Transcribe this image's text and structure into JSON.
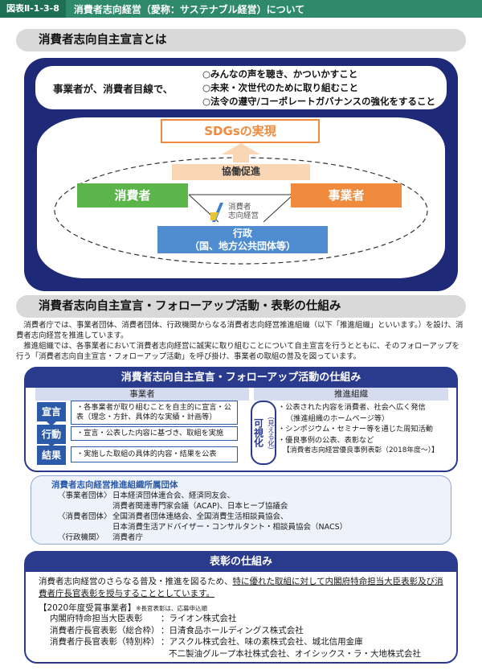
{
  "header": {
    "figure_no": "図表Ⅱ-1-3-8",
    "title": "消費者志向経営（愛称：サステナブル経営）について"
  },
  "section1": {
    "title": "消費者志向自主宣言とは",
    "lead": "事業者が、消費者目線で、",
    "bullets": [
      "○みんなの声を聴き、かついかすこと",
      "○未来・次世代のために取り組むこと",
      "○法令の遵守/コーポレートガバナンスの強化をすること"
    ],
    "sdgs": "SDGsの実現",
    "kyodo": "協働促進",
    "consumer": "消費者",
    "business": "事業者",
    "logo_line1": "消費者",
    "logo_line2": "志向経営",
    "gov_line1": "行政",
    "gov_line2": "（国、地方公共団体等）"
  },
  "section2": {
    "title": "消費者志向自主宣言・フォローアップ活動・表彰の仕組み",
    "para1": "消費者庁では、事業者団体、消費者団体、行政機関からなる消費者志向経営推進組織（以下「推進組織」といいます。）を設け、消費者志向経営を推進しています。",
    "para2": "推進組織では、各事業者において消費者志向経営に誠実に取り組むことについて自主宣言を行うとともに、そのフォローアップを行う「消費者志向自主宣言・フォローアップ活動」を呼び掛け、事業者の取組の普及を図っています。",
    "mech_title": "消費者志向自主宣言・フォローアップ活動の仕組み",
    "col_business": "事業者",
    "col_org": "推進組織",
    "steps": [
      {
        "label": "宣言",
        "text": "・各事業者が取り組むことを自主的に宣言・公表（理念・方針、具体的な実績・計画等）"
      },
      {
        "label": "行動",
        "text": "・宣言・公表した内容に基づき、取組を実施"
      },
      {
        "label": "結果",
        "text": "・実施した取組の具体的内容・結果を公表"
      }
    ],
    "visual_main": "可視化",
    "visual_sub": "（見える化）",
    "org_items": [
      "・公表された内容を消費者、社会へ広く発信",
      "（推進組織のホームページ等）",
      "・シンポジウム・セミナー等を通じた周知活動",
      "・優良事例の公表、表彰など",
      "【消費者志向経営優良事例表彰（2018年度～）】"
    ]
  },
  "orgs": {
    "title": "消費者志向経営推進組織所属団体",
    "rows": [
      {
        "key": "〈事業者団体〉",
        "val": "日本経済団体連合会、経済同友会、"
      },
      {
        "key": "",
        "val": "消費者関連専門家会議（ACAP)、日本ヒーブ協議会"
      },
      {
        "key": "〈消費者団体〉",
        "val": "全国消費者団体連絡会、全国消費生活相談員協会、"
      },
      {
        "key": "",
        "val": "日本消費生活アドバイザー・コンサルタント・相談員協会（NACS）"
      },
      {
        "key": "〈行政機関〉",
        "val": "消費者庁"
      }
    ]
  },
  "awards": {
    "title": "表彰の仕組み",
    "desc_a": "消費者志向経営のさらなる普及・推進を図るため、",
    "desc_b": "特に優れた取組に対して内閣府特命担当大臣表彰及び消費者庁長官表彰を授与することとしています。",
    "year_label": "【2020年度受賞事業者】",
    "note": "※長官表彰は、応募申込順",
    "rows": [
      {
        "award": "内閣府特命担当大臣表彰",
        "company": "：ライオン株式会社"
      },
      {
        "award": "消費者庁長官表彰（総合枠）",
        "company": "：日清食品ホールディングス株式会社"
      },
      {
        "award": "消費者庁長官表彰（特別枠）",
        "company": "：アスクル株式会社、味の素株式会社、城北信用金庫"
      },
      {
        "award": "",
        "company": "不二製油グループ本社株式会社、オイシックス・ラ・大地株式会社"
      }
    ]
  }
}
